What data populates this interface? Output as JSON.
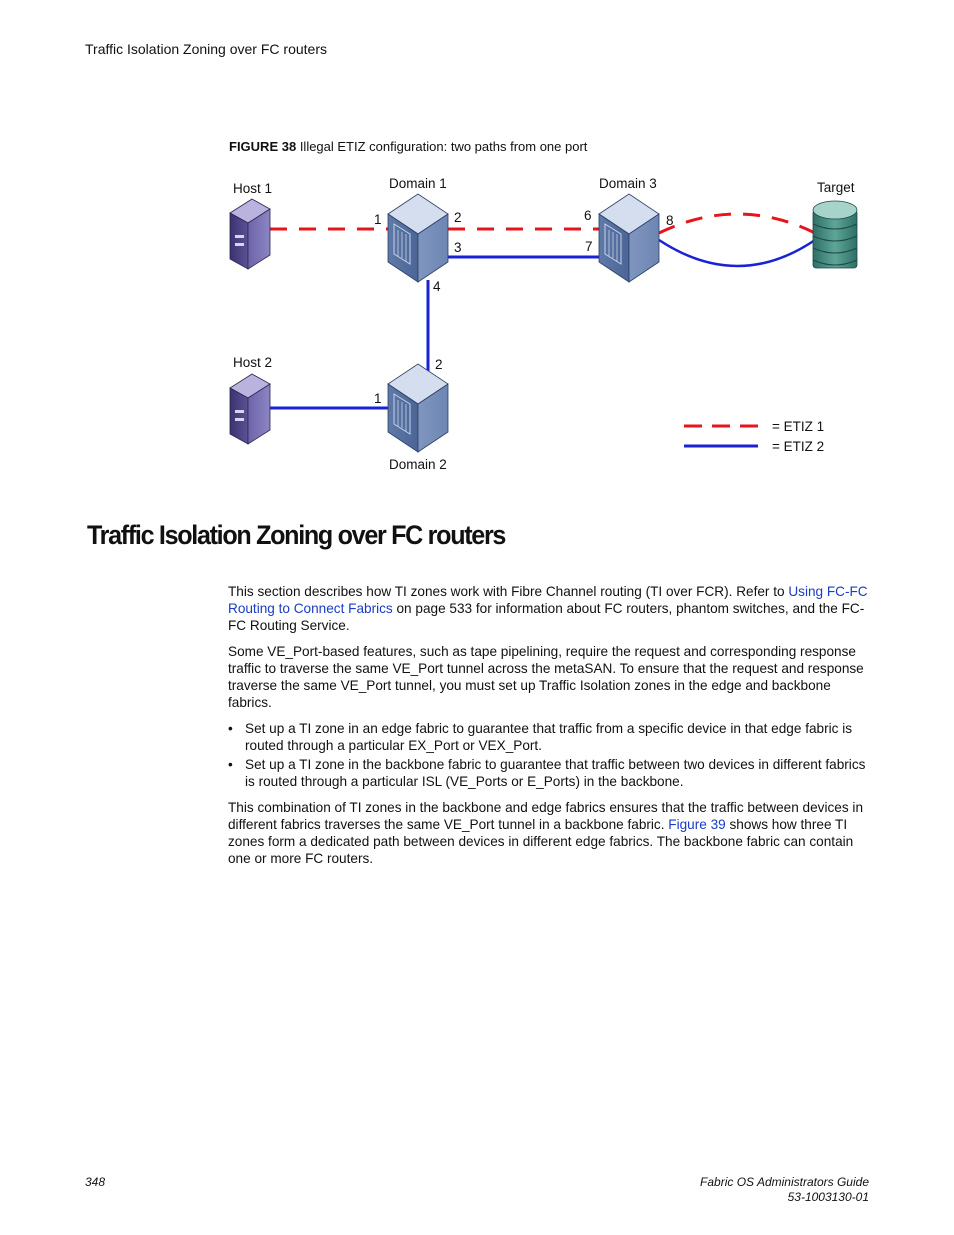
{
  "header": {
    "running_title": "Traffic Isolation Zoning over FC routers"
  },
  "figure": {
    "number": "FIGURE 38",
    "caption": "Illegal ETIZ configuration: two paths from one port",
    "labels": {
      "host1": "Host 1",
      "host2": "Host 2",
      "domain1": "Domain 1",
      "domain2": "Domain 2",
      "domain3": "Domain 3",
      "target": "Target",
      "port_d1_1": "1",
      "port_d1_2": "2",
      "port_d1_3": "3",
      "port_d1_4": "4",
      "port_d2_2": "2",
      "port_d2_1": "1",
      "port_d3_6": "6",
      "port_d3_7": "7",
      "port_d3_8": "8"
    },
    "legend": {
      "etiz1": "= ETIZ 1",
      "etiz2": "= ETIZ 2"
    },
    "colors": {
      "etiz1": "#e8141b",
      "etiz2": "#1a22d6"
    }
  },
  "section": {
    "title": "Traffic Isolation Zoning over FC routers",
    "p1_a": "This section describes how TI zones work with Fibre Channel routing (TI over FCR). Refer to ",
    "p1_link": "Using FC-FC Routing to Connect Fabrics",
    "p1_b": " on page 533 for information about FC routers, phantom switches, and the FC-FC Routing Service.",
    "p2": "Some VE_Port-based features, such as tape pipelining, require the request and corresponding response traffic to traverse the same VE_Port tunnel across the metaSAN. To ensure that the request and response traverse the same VE_Port tunnel, you must set up Traffic Isolation zones in the edge and backbone fabrics.",
    "bullet_symbol": "•",
    "bullets": [
      "Set up a TI zone in an edge fabric to guarantee that traffic from a specific device in that edge fabric is routed through a particular EX_Port or VEX_Port.",
      "Set up a TI zone in the backbone fabric to guarantee that traffic between two devices in different fabrics is routed through a particular ISL (VE_Ports or E_Ports) in the backbone."
    ],
    "p3_a": "This combination of TI zones in the backbone and edge fabrics ensures that the traffic between devices in different fabrics traverses the same VE_Port tunnel in a backbone fabric. ",
    "p3_link": "Figure 39",
    "p3_b": " shows how three TI zones form a dedicated path between devices in different edge fabrics. The backbone fabric can contain one or more FC routers."
  },
  "footer": {
    "page_number": "348",
    "doc_title": "Fabric OS Administrators Guide",
    "doc_number": "53-1003130-01"
  }
}
